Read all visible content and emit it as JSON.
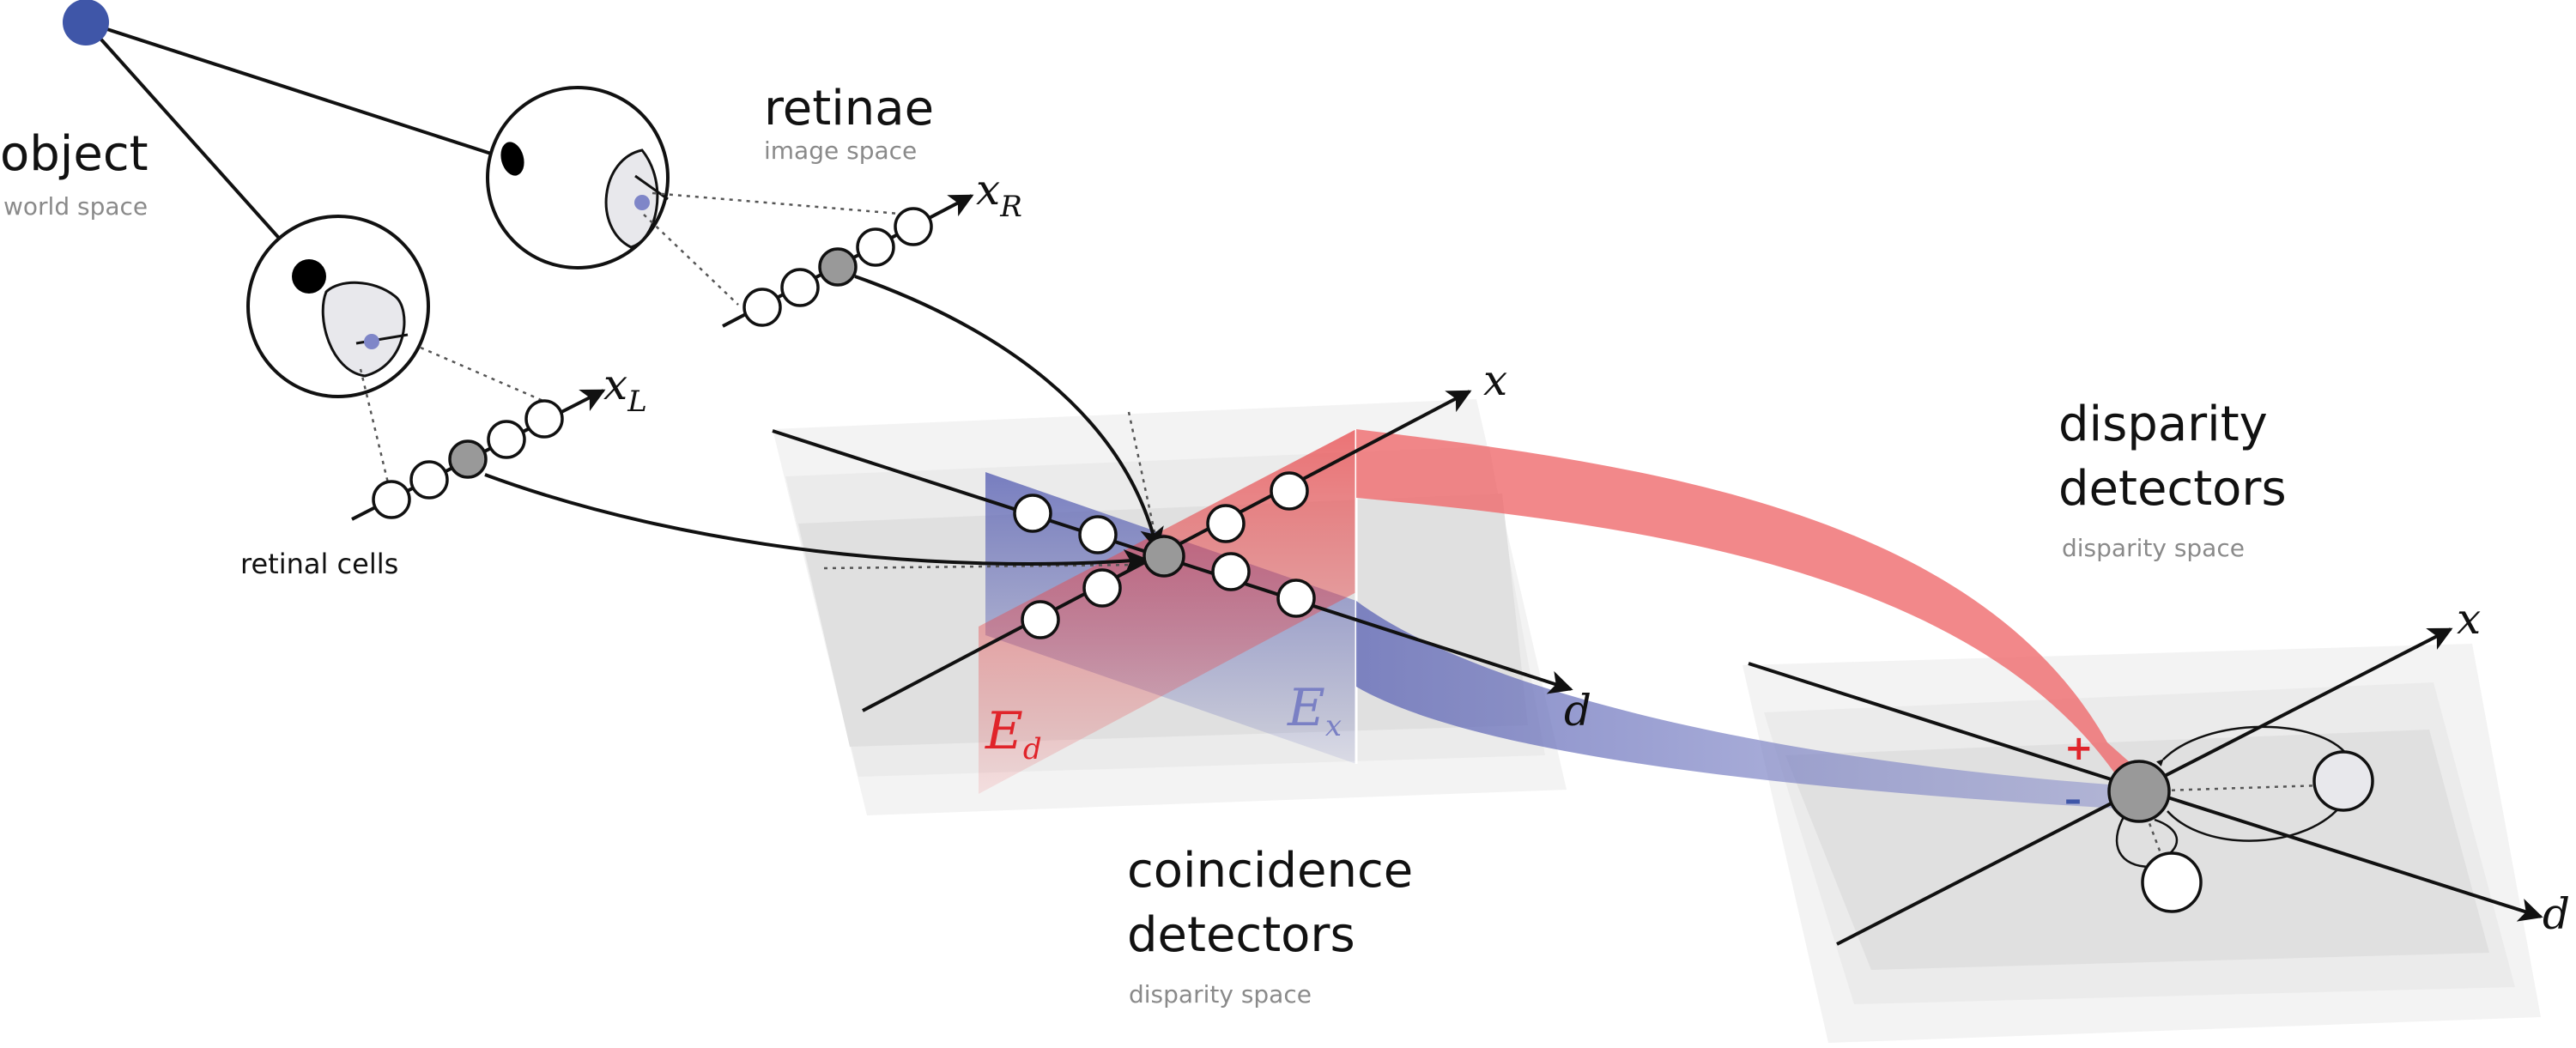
{
  "labels": {
    "object_title": "object",
    "object_subtitle": "world space",
    "retinae_title": "retinae",
    "retinae_subtitle": "image space",
    "retinal_cells": "retinal cells",
    "coincidence_line1": "coincidence",
    "coincidence_line2": "detectors",
    "coincidence_subtitle": "disparity space",
    "disparity_line1": "disparity",
    "disparity_line2": "detectors",
    "disparity_subtitle": "disparity space"
  },
  "axes": {
    "x_right_base": "x",
    "x_right_sub": "R",
    "x_left_base": "x",
    "x_left_sub": "L",
    "coincidence_x": "x",
    "coincidence_d": "d",
    "disparity_x": "x",
    "disparity_d": "d"
  },
  "energies": {
    "ed_base": "E",
    "ed_sub": "d",
    "ex_base": "E",
    "ex_sub": "x"
  },
  "signs": {
    "excitatory": "+",
    "inhibitory": "–"
  },
  "colors": {
    "object": "#3f56a8",
    "projection": "#7f86c8",
    "red_plane": "#e8484b",
    "blue_plane": "#5a62b4",
    "red_label": "#e0242a",
    "blue_label": "#7a80c4",
    "active_cell": "#999999",
    "inactive_cell": "#ffffff"
  }
}
